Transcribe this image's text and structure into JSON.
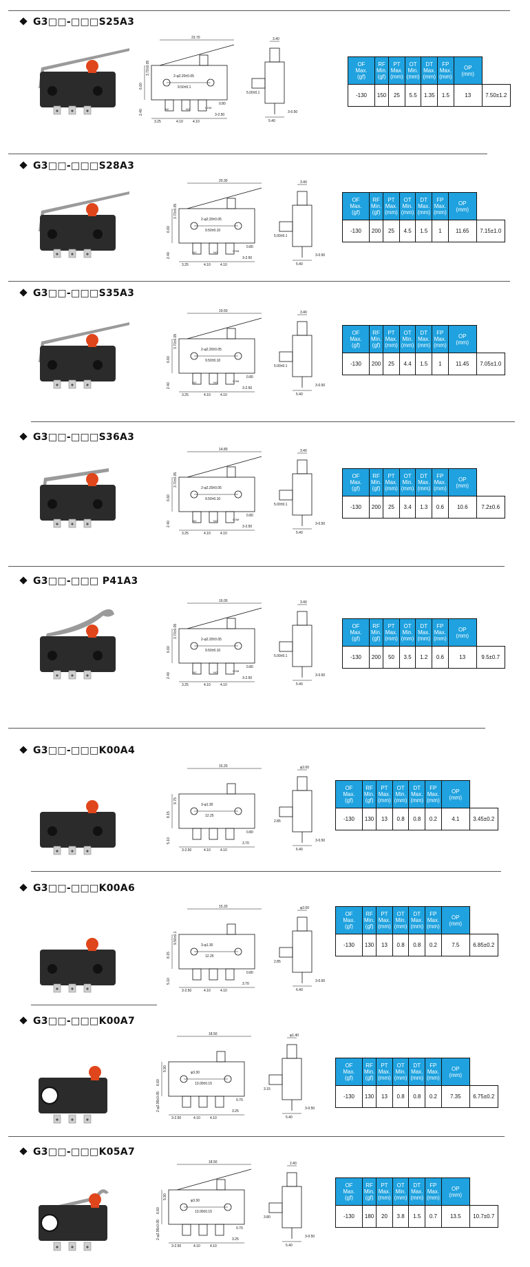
{
  "headers": [
    [
      "OF",
      "Max.",
      "(gf)"
    ],
    [
      "RF",
      "Min.",
      "(gf)"
    ],
    [
      "PT",
      "Max.",
      "(mm)"
    ],
    [
      "OT",
      "Min.",
      "(mm)"
    ],
    [
      "DT",
      "Max.",
      "(mm)"
    ],
    [
      "FP",
      "Max.",
      "(mm)"
    ],
    [
      "OP",
      "(mm)"
    ]
  ],
  "colors": {
    "header_bg": "#1fa2df",
    "lever": "#9a9a9a",
    "body": "#2b2b2b",
    "actuator": "#e0461b"
  },
  "sections": [
    {
      "title": "G3□□-□□□S25A3",
      "specs": [
        "-130",
        "150",
        "25",
        "5.5",
        "1.35",
        "1.5",
        "13",
        "7.50±1.2"
      ],
      "dims": {
        "len": "23.70",
        "a": "3.40",
        "b": "2-φ2.20±0.05",
        "c": "9.50±0.1",
        "d": "3.25",
        "e": "4.10",
        "f": "4.10",
        "g": "3-2.50",
        "h": "5.40",
        "i": "5.00±0.1",
        "j": "3-0.50",
        "k": "0.80",
        "l": "6.60",
        "m": "2.40",
        "p": "3.70±0.05",
        "nc": "NC",
        "no": "NO",
        "com": "COM"
      }
    },
    {
      "title": "G3□□-□□□S28A3",
      "specs": [
        "-130",
        "200",
        "25",
        "4.5",
        "1.5",
        "1",
        "11.65",
        "7.15±1.0"
      ],
      "dims": {
        "len": "20.30",
        "a": "3.40",
        "b": "2-φ2.20±0.05",
        "c": "9.50±0.10",
        "d": "3.25",
        "e": "4.10",
        "f": "4.10",
        "g": "3-2.50",
        "h": "5.40",
        "i": "5.00±0.1",
        "j": "3-0.50",
        "k": "0.80",
        "l": "6.60",
        "m": "2.40",
        "p": "3.70±0.05",
        "nc": "NC",
        "no": "NO",
        "com": "COM"
      }
    },
    {
      "title": "G3□□-□□□S35A3",
      "specs": [
        "-130",
        "200",
        "25",
        "4.4",
        "1.5",
        "1",
        "11.45",
        "7.05±1.0"
      ],
      "dims": {
        "len": "19.50",
        "a": "3.40",
        "b": "2-φ2.20±0.05",
        "c": "9.50±0.10",
        "d": "3.25",
        "e": "4.10",
        "f": "4.10",
        "g": "3-2.50",
        "h": "5.40",
        "i": "5.00±0.1",
        "j": "3-0.50",
        "k": "0.80",
        "l": "6.60",
        "m": "2.40",
        "p": "3.70±0.05",
        "nc": "NC",
        "no": "NO",
        "com": "COM"
      }
    },
    {
      "title": "G3□□-□□□S36A3",
      "specs": [
        "-130",
        "200",
        "25",
        "3.4",
        "1.3",
        "0.6",
        "10.6",
        "7.2±0.6"
      ],
      "dims": {
        "len": "14.80",
        "a": "3.40",
        "b": "2-φ2.20±0.05",
        "c": "9.50±0.10",
        "d": "3.25",
        "e": "4.10",
        "f": "4.10",
        "g": "3-2.50",
        "h": "5.40",
        "i": "5.00±0.1",
        "j": "3-0.50",
        "k": "0.80",
        "l": "6.60",
        "m": "2.40",
        "p": "3.70±0.05",
        "nc": "NC",
        "no": "NO",
        "com": "COM"
      }
    },
    {
      "title": "G3□□-□□□ P41A3",
      "specs": [
        "-130",
        "200",
        "50",
        "3.5",
        "1.2",
        "0.6",
        "13",
        "9.5±0.7"
      ],
      "dims": {
        "len": "16.00",
        "a": "3.40",
        "b": "2-φ2.20±0.05",
        "c": "9.50±0.10",
        "d": "3.25",
        "e": "4.10",
        "f": "4.10",
        "g": "3-2.50",
        "h": "5.40",
        "i": "5.00±0.1",
        "j": "3-0.50",
        "k": "0.80",
        "l": "6.60",
        "m": "2.40",
        "p": "3.70±0.05",
        "nc": "NC",
        "no": "NO",
        "com": "COM"
      }
    },
    {
      "title": "G3□□-□□□K00A4",
      "specs": [
        "-130",
        "130",
        "13",
        "0.8",
        "0.8",
        "0.2",
        "4.1",
        "3.45±0.2"
      ],
      "dims": {
        "len": "15.20",
        "a": "φ2.00",
        "b": "3-φ1.30",
        "c": "12.25",
        "d": "3-2.50",
        "e": "4.10",
        "f": "4.10",
        "g": "3.70",
        "h": "6.40",
        "i": "2.85",
        "j": "3-0.50",
        "k": "0.80",
        "l": "8.15",
        "m": "5.10",
        "p": "9.75",
        "nc": "",
        "no": "",
        "com": ""
      }
    },
    {
      "title": "G3□□-□□□K00A6",
      "specs": [
        "-130",
        "130",
        "13",
        "0.8",
        "0.8",
        "0.2",
        "7.5",
        "6.85±0.2"
      ],
      "dims": {
        "len": "15.20",
        "a": "φ2.00",
        "b": "3-φ1.30",
        "c": "12.25",
        "d": "3-2.50",
        "e": "4.10",
        "f": "4.10",
        "g": "3.70",
        "h": "6.40",
        "i": "2.85",
        "j": "3-0.50",
        "k": "0.80",
        "l": "8.15",
        "m": "5.10",
        "p": "9.50±0.1",
        "nc": "",
        "no": "",
        "com": ""
      }
    },
    {
      "title": "G3□□-□□□K00A7",
      "specs": [
        "-130",
        "130",
        "13",
        "0.8",
        "0.8",
        "0.2",
        "7.35",
        "6.75±0.2"
      ],
      "dims": {
        "len": "18.50",
        "a": "φ1.40",
        "b": "φ3.30",
        "c": "13.00±0.15",
        "d": "3-2.50",
        "e": "4.10",
        "f": "4.10",
        "g": "3.25",
        "h": "5.40",
        "i": "3.15",
        "j": "3-0.50",
        "k": "0.70",
        "l": "6.60",
        "m": "2-φ2.95±0.05",
        "p": "5.90",
        "nc": "",
        "no": "",
        "com": ""
      }
    },
    {
      "title": "G3□□-□□□K05A7",
      "specs": [
        "-130",
        "180",
        "20",
        "3.8",
        "1.5",
        "0.7",
        "13.5",
        "10.7±0.7"
      ],
      "dims": {
        "len": "18.50",
        "a": "2.40",
        "b": "φ3.30",
        "c": "13.00±0.15",
        "d": "3-2.50",
        "e": "4.10",
        "f": "4.10",
        "g": "3.25",
        "h": "5.40",
        "i": "3.80",
        "j": "3-0.50",
        "k": "0.70",
        "l": "6.60",
        "m": "2-φ2.95±0.05",
        "p": "5.90",
        "nc": "",
        "no": "",
        "com": ""
      }
    }
  ]
}
